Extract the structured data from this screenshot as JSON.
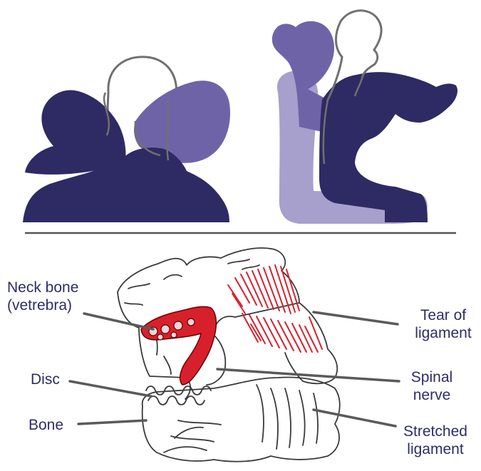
{
  "colors": {
    "dark_navy": "#2e2a63",
    "mid_purple": "#6f63a8",
    "light_lavender": "#a79fcc",
    "outline_gray": "#707070",
    "tear_red": "#d8202c",
    "label_text": "#2e2c68"
  },
  "labels": {
    "neck_bone_line1": "Neck bone",
    "neck_bone_line2": "(vetrebra)",
    "disc": "Disc",
    "bone": "Bone",
    "tear_line1": "Tear of",
    "tear_line2": "ligament",
    "spinal_line1": "Spinal",
    "spinal_line2": "nerve",
    "stretched_line1": "Stretched",
    "stretched_line2": "ligament"
  }
}
